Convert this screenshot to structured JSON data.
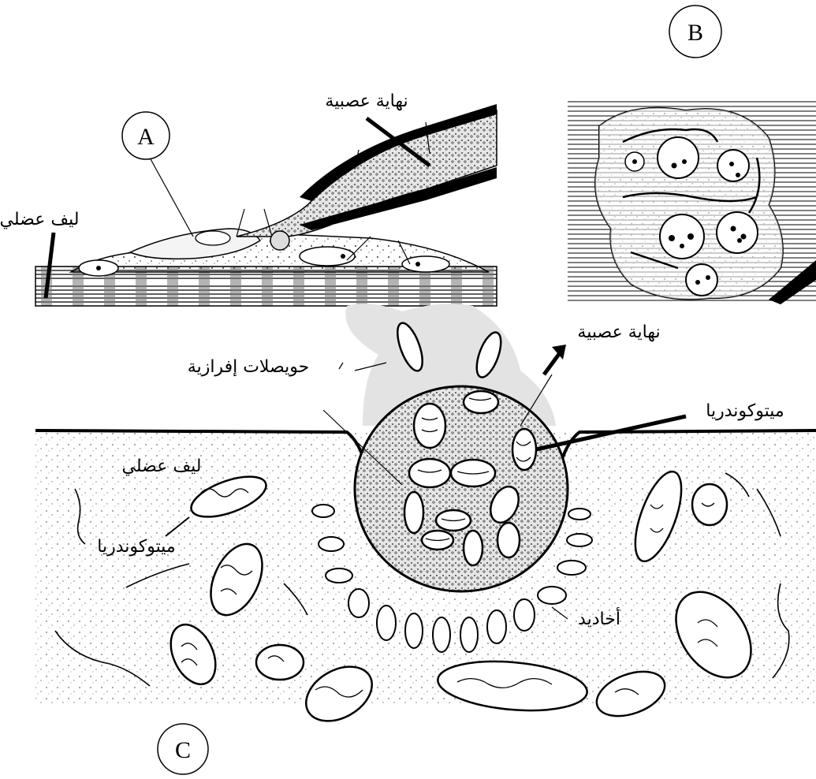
{
  "panels": {
    "A": {
      "letter": "A"
    },
    "B": {
      "letter": "B"
    },
    "C": {
      "letter": "C"
    }
  },
  "labels": {
    "nerve_ending_top": "نهاية عصبية",
    "muscle_fiber_top": "ليف عضلي",
    "nerve_ending_c": "نهاية عصبية",
    "secretory_vesicles": "حويصلات إفرازية",
    "mitochondria_right": "ميتوكوندريا",
    "muscle_fiber_c": "ليف عضلي",
    "mitochondria_left": "ميتوكوندريا",
    "grooves": "أخاديد"
  },
  "colors": {
    "ink": "#000000",
    "stipple": "#555555",
    "axon_fill": "#e6e6e6",
    "paper": "#ffffff"
  }
}
